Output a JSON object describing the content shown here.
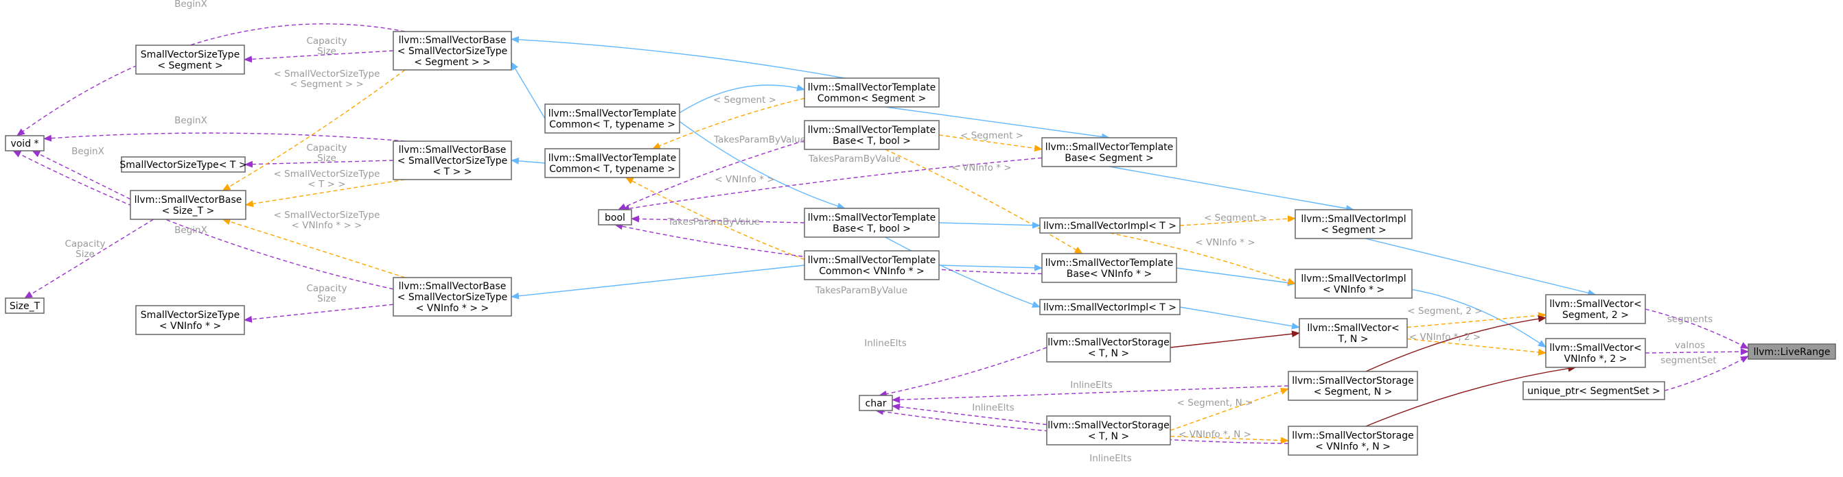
{
  "diagram": {
    "title": "llvm::LiveRange",
    "colors": {
      "inheritance": "#63b8ff",
      "usage": "#9a32cd",
      "template": "#ffa500",
      "composition": "#8b1a1a",
      "node_border": "#666666",
      "highlight_fill": "#999999",
      "label_text": "#9a9a9a"
    },
    "nodes": {
      "live_range": [
        "llvm::LiveRange"
      ],
      "sv_segment_2": [
        "llvm::SmallVector<",
        "Segment, 2 >"
      ],
      "sv_vninfo_2": [
        "llvm::SmallVector<",
        "VNInfo *, 2 >"
      ],
      "unique_ptr": [
        "unique_ptr< SegmentSet >"
      ],
      "svimpl_segment": [
        "llvm::SmallVectorImpl",
        "< Segment >"
      ],
      "svimpl_vninfo": [
        "llvm::SmallVectorImpl",
        "< VNInfo * >"
      ],
      "sv_t_n": [
        "llvm::SmallVector<",
        "T, N >"
      ],
      "svstorage_segment_n": [
        "llvm::SmallVectorStorage",
        "< Segment, N >"
      ],
      "svstorage_vninfo_n": [
        "llvm::SmallVectorStorage",
        "< VNInfo *, N >"
      ],
      "svtb_segment": [
        "llvm::SmallVectorTemplate",
        "Base< Segment >"
      ],
      "svimpl_t_a": [
        "llvm::SmallVectorImpl< T >"
      ],
      "svtb_vninfo": [
        "llvm::SmallVectorTemplate",
        "Base< VNInfo * >"
      ],
      "svimpl_t_b": [
        "llvm::SmallVectorImpl< T >"
      ],
      "svstorage_t_n_a": [
        "llvm::SmallVectorStorage",
        "< T, N >"
      ],
      "svstorage_t_n_b": [
        "llvm::SmallVectorStorage",
        "< T, N >"
      ],
      "svtc_segment": [
        "llvm::SmallVectorTemplate",
        "Common< Segment >"
      ],
      "svtb_t_bool_a": [
        "llvm::SmallVectorTemplate",
        "Base< T, bool >"
      ],
      "svtb_t_bool_b": [
        "llvm::SmallVectorTemplate",
        "Base< T, bool >"
      ],
      "svtc_vninfo": [
        "llvm::SmallVectorTemplate",
        "Common< VNInfo * >"
      ],
      "char": [
        "char"
      ],
      "svtc_t_a": [
        "llvm::SmallVectorTemplate",
        "Common< T, typename >"
      ],
      "svtc_t_b": [
        "llvm::SmallVectorTemplate",
        "Common< T, typename >"
      ],
      "bool": [
        "bool"
      ],
      "svbase_segment": [
        "llvm::SmallVectorBase",
        "< SmallVectorSizeType",
        "< Segment > >"
      ],
      "svbase_t": [
        "llvm::SmallVectorBase",
        "< SmallVectorSizeType",
        "< T > >"
      ],
      "svbase_vninfo": [
        "llvm::SmallVectorBase",
        "< SmallVectorSizeType",
        "< VNInfo * > >"
      ],
      "svsizetype_segment": [
        "SmallVectorSizeType",
        "< Segment >"
      ],
      "svsizetype_t": [
        "SmallVectorSizeType< T >"
      ],
      "svsizetype_vninfo": [
        "SmallVectorSizeType",
        "< VNInfo * >"
      ],
      "svbase_size_t": [
        "llvm::SmallVectorBase",
        "< Size_T >"
      ],
      "void_ptr": [
        "void *"
      ],
      "size_t": [
        "Size_T"
      ]
    },
    "edge_labels": {
      "segments": "segments",
      "valnos": "valnos",
      "segment_set": "segmentSet",
      "segment_2": "< Segment, 2 >",
      "vninfo_2": "< VNInfo *, 2 >",
      "segment_n": "< Segment, N >",
      "vninfo_n": "< VNInfo *, N >",
      "segment_impl": "< Segment >",
      "vninfo_impl": "< VNInfo * >",
      "segment_tb": "< Segment >",
      "vninfo_tb": "< VNInfo * >",
      "segment_tc": "< Segment >",
      "vninfo_tc": "< VNInfo * >",
      "sizetype_segment": "< SmallVectorSizeType\n< Segment > >",
      "sizetype_t": "< SmallVectorSizeType\n< T > >",
      "sizetype_vninfo": "< SmallVectorSizeType\n< VNInfo * > >",
      "inline_elts_1": "InlineElts",
      "inline_elts_2": "InlineElts",
      "inline_elts_3": "InlineElts",
      "inline_elts_4": "InlineElts",
      "takes_1": "TakesParamByValue",
      "takes_2": "TakesParamByValue",
      "takes_3": "TakesParamByValue",
      "takes_4": "TakesParamByValue",
      "beginx_1": "BeginX",
      "beginx_2": "BeginX",
      "beginx_3": "BeginX",
      "beginx_4": "BeginX",
      "capsize_1": "Capacity\nSize",
      "capsize_2": "Capacity\nSize",
      "capsize_3": "Capacity\nSize",
      "capsize_4": "Capacity\nSize"
    }
  }
}
